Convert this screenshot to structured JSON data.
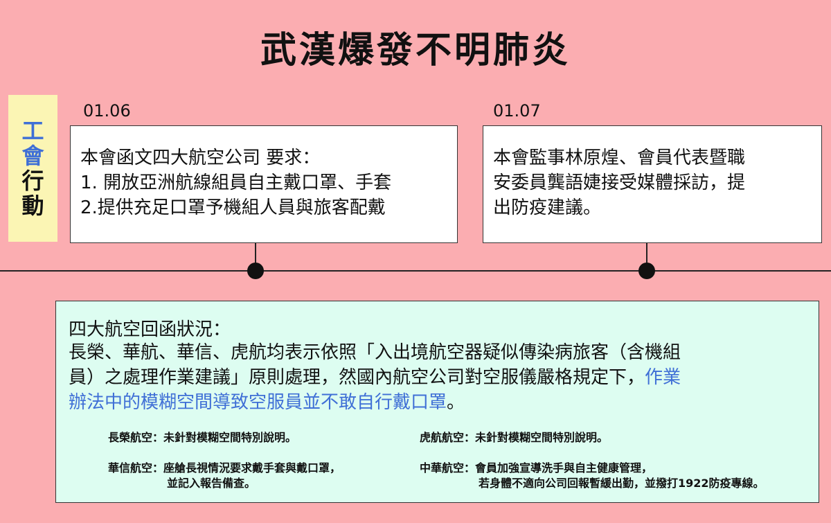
{
  "title": "武漢爆發不明肺炎",
  "side_label": {
    "line1": [
      "工",
      "會"
    ],
    "line2": [
      "行",
      "動"
    ]
  },
  "events": [
    {
      "date": "01.06",
      "lines": [
        "本會函文四大航空公司 要求：",
        "1. 開放亞洲航線組員自主戴口罩、手套",
        "2.提供充足口罩予機組人員與旅客配戴"
      ]
    },
    {
      "date": "01.07",
      "lines": [
        "本會監事林原煌、會員代表暨職",
        "安委員龔語婕接受媒體採訪，提",
        "出防疫建議。"
      ]
    }
  ],
  "reply": {
    "heading": "四大航空回函狀況：",
    "line1": "長榮、華航、華信、虎航均表示依照「入出境航空器疑似傳染病旅客（含機組",
    "line2_plain": "員）之處理作業建議」原則處理，然國內航空公司對空服儀嚴格規定下，",
    "line2_blue": "作業",
    "line3_blue": "辦法中的模糊空間導致空服員並不敢自行戴口罩",
    "line3_plain": "。",
    "highlight_color": "#3f6fd6",
    "notes": [
      {
        "text": "長榮航空：未針對模糊空間特別說明。",
        "cont": ""
      },
      {
        "text": "虎航航空：未針對模糊空間特別說明。",
        "cont": ""
      },
      {
        "text": "華信航空：座艙長視情況要求戴手套與戴口罩，",
        "cont": "並記入報告備查。"
      },
      {
        "text": "中華航空：會員加強宣導洗手與自主健康管理，",
        "cont": "若身體不適向公司回報暫緩出勤，並撥打1922防疫專線。"
      }
    ]
  },
  "colors": {
    "background": "#fbadb1",
    "side_label_bg": "#fbf5b4",
    "reply_bg": "#ddfdf1"
  }
}
